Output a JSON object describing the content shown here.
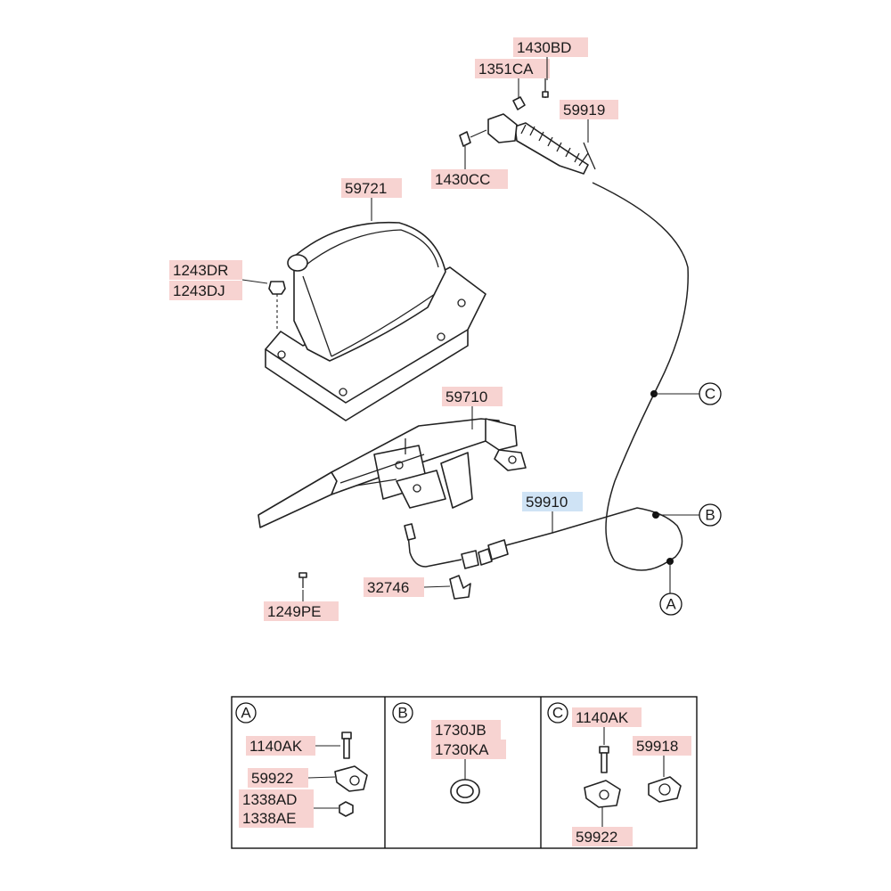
{
  "colors": {
    "label_bg": "#f7d3d1",
    "label_highlight_bg": "#cfe3f5",
    "line": "#222222"
  },
  "labels": {
    "p1430BD": "1430BD",
    "p1351CA": "1351CA",
    "p59919": "59919",
    "p1430CC": "1430CC",
    "p59721": "59721",
    "p1243DR": "1243DR",
    "p1243DJ": "1243DJ",
    "p59710": "59710",
    "p59910": "59910",
    "p32746": "32746",
    "p1249PE": "1249PE"
  },
  "callouts": {
    "a": "A",
    "b": "B",
    "c": "C"
  },
  "detail_panels": {
    "a": {
      "letter": "A",
      "labels": [
        "1140AK",
        "59922",
        "1338AD",
        "1338AE"
      ]
    },
    "b": {
      "letter": "B",
      "labels": [
        "1730JB",
        "1730KA"
      ]
    },
    "c": {
      "letter": "C",
      "labels": [
        "1140AK",
        "59918",
        "59922"
      ]
    }
  }
}
